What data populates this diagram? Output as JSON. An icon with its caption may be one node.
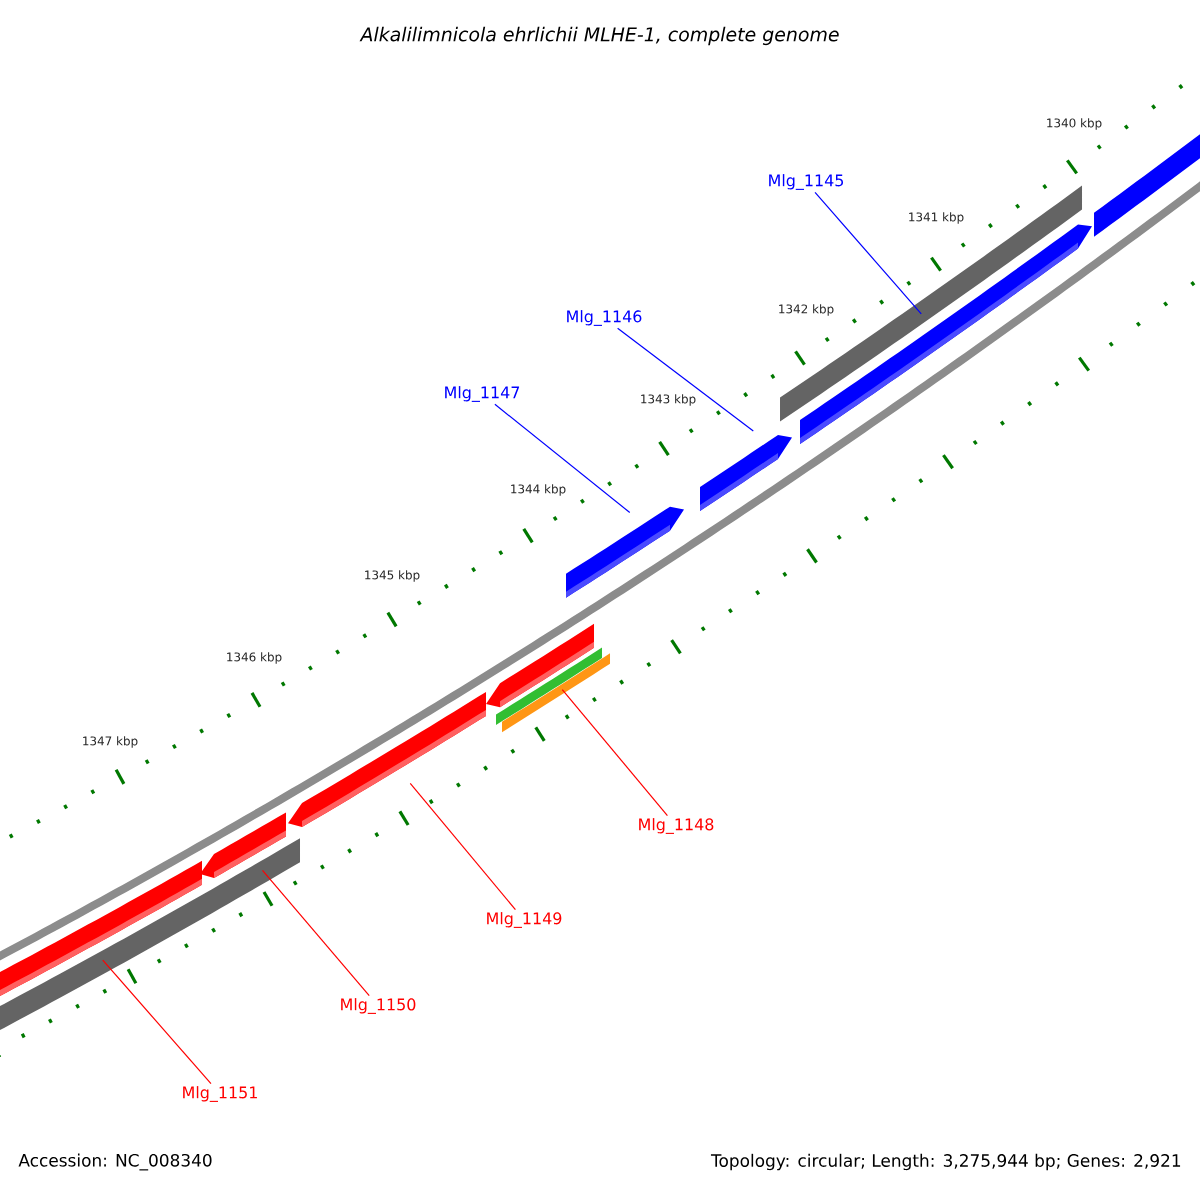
{
  "diagram": {
    "title": "Alkalilimnicola ehrlichii MLHE-1, complete genome",
    "nodes": [
      {
        "text": [
          "Mlg_1145"
        ]
      },
      {
        "text": [
          "Mlg_1146"
        ]
      },
      {
        "text": [
          "Mlg_1147"
        ]
      },
      {
        "text": [
          "Mlg_1148"
        ]
      },
      {
        "text": [
          "Mlg_1149"
        ]
      },
      {
        "text": [
          "Mlg_1150"
        ]
      },
      {
        "text": [
          "Mlg_1151"
        ]
      },
      {
        "text": [],
        "shape": "arrow"
      },
      {
        "text": [],
        "shape": "arrow"
      },
      {
        "text": [],
        "shape": "arrow"
      },
      {
        "text": [],
        "shape": "arrow"
      },
      {
        "text": [],
        "shape": "arrow"
      },
      {
        "text": [],
        "shape": "arrow"
      },
      {
        "text": [],
        "shape": "arrow"
      }
    ],
    "edges": [
      {
        "from": 0,
        "to": 7,
        "arrow": "none",
        "color": "#0000ff"
      },
      {
        "from": 1,
        "to": 8,
        "arrow": "none",
        "color": "#0000ff"
      },
      {
        "from": 2,
        "to": 9,
        "arrow": "none",
        "color": "#0000ff"
      },
      {
        "from": 3,
        "to": 10,
        "arrow": "none"
      },
      {
        "from": 4,
        "to": 11,
        "arrow": "none"
      },
      {
        "from": 5,
        "to": 12,
        "arrow": "none"
      },
      {
        "from": 6,
        "to": 13,
        "arrow": "none"
      }
    ],
    "labels": [
      "1340 kbp",
      "1341 kbp",
      "1342 kbp",
      "1343 kbp",
      "1344 kbp",
      "1345 kbp",
      "1346 kbp",
      "1347 kbp",
      "Accession: NC_008340",
      "Topology: circular; Length: 3,275,944 bp; Genes: 2,921"
    ]
  }
}
